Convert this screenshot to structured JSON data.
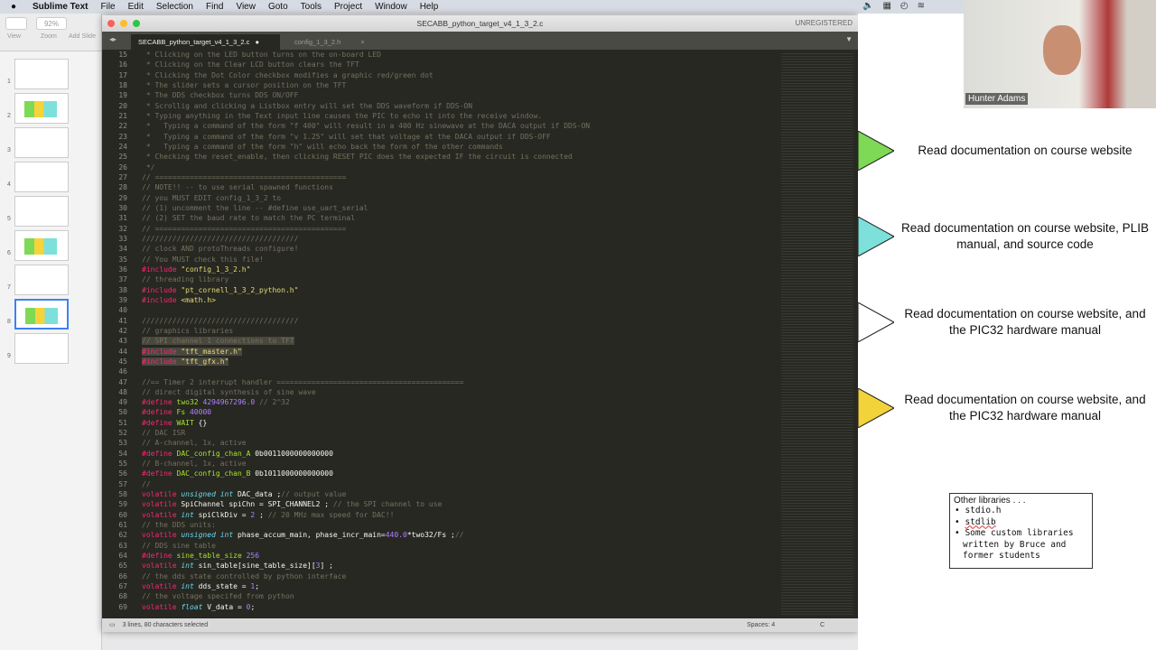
{
  "menubar": {
    "app": "Sublime Text",
    "items": [
      "File",
      "Edit",
      "Selection",
      "Find",
      "View",
      "Goto",
      "Tools",
      "Project",
      "Window",
      "Help"
    ]
  },
  "keynote": {
    "zoom": "92%",
    "view_label": "View",
    "zoom_label": "Zoom",
    "add_label": "Add Slide",
    "slides": [
      "1",
      "2",
      "3",
      "4",
      "5",
      "6",
      "7",
      "8",
      "9"
    ],
    "selected_slide": "8"
  },
  "editor": {
    "title": "SECABB_python_target_v4_1_3_2.c",
    "unregistered": "UNREGISTERED",
    "tabs": [
      {
        "label": "SECABB_python_target_v4_1_3_2.c",
        "active": true
      },
      {
        "label": "config_1_3_2.h",
        "active": false
      }
    ],
    "status_left": "3 lines, 80 characters selected",
    "status_spaces": "Spaces: 4",
    "status_syntax": "C",
    "lines": [
      {
        "n": "15",
        "t": [
          [
            "c",
            " * Clicking on the LED button turns on the on-board LED"
          ]
        ]
      },
      {
        "n": "16",
        "t": [
          [
            "c",
            " * Clicking on the Clear LCD button clears the TFT"
          ]
        ]
      },
      {
        "n": "17",
        "t": [
          [
            "c",
            " * Clicking the Dot Color checkbox modifies a graphic red/green dot"
          ]
        ]
      },
      {
        "n": "18",
        "t": [
          [
            "c",
            " * The slider sets a cursor position on the TFT"
          ]
        ]
      },
      {
        "n": "19",
        "t": [
          [
            "c",
            " * The DDS checkbox turns DDS ON/OFF"
          ]
        ]
      },
      {
        "n": "20",
        "t": [
          [
            "c",
            " * Scrollig and clicking a Listbox entry will set the DDS waveform if DDS-ON"
          ]
        ]
      },
      {
        "n": "21",
        "t": [
          [
            "c",
            " * Typing anything in the Text input line causes the PIC to echo it into the receive window."
          ]
        ]
      },
      {
        "n": "22",
        "t": [
          [
            "c",
            " *   Typing a command of the form \"f 400\" will result in a 400 Hz sinewave at the DACA output if DDS-ON"
          ]
        ]
      },
      {
        "n": "23",
        "t": [
          [
            "c",
            " *   Typing a command of the form \"v 1.25\" will set that voltage at the DACA output if DDS-OFF"
          ]
        ]
      },
      {
        "n": "24",
        "t": [
          [
            "c",
            " *   Typing a command of the form \"h\" will echo back the form of the other commands"
          ]
        ]
      },
      {
        "n": "25",
        "t": [
          [
            "c",
            " * Checking the reset_enable, then clicking RESET PIC does the expected IF the circuit is connected"
          ]
        ]
      },
      {
        "n": "26",
        "t": [
          [
            "c",
            " */"
          ]
        ]
      },
      {
        "n": "27",
        "t": [
          [
            "c",
            "// ============================================"
          ]
        ]
      },
      {
        "n": "28",
        "t": [
          [
            "c",
            "// NOTE!! -- to use serial spawned functions"
          ]
        ]
      },
      {
        "n": "29",
        "t": [
          [
            "c",
            "// you MUST EDIT config_1_3_2 to"
          ]
        ]
      },
      {
        "n": "30",
        "t": [
          [
            "c",
            "// (1) uncomment the line -- #define use_uart_serial"
          ]
        ]
      },
      {
        "n": "31",
        "t": [
          [
            "c",
            "// (2) SET the baud rate to match the PC terminal"
          ]
        ]
      },
      {
        "n": "32",
        "t": [
          [
            "c",
            "// ============================================"
          ]
        ]
      },
      {
        "n": "33",
        "t": [
          [
            "c",
            "////////////////////////////////////"
          ]
        ]
      },
      {
        "n": "34",
        "t": [
          [
            "c",
            "// clock AND protoThreads configure!"
          ]
        ]
      },
      {
        "n": "35",
        "t": [
          [
            "c",
            "// You MUST check this file!"
          ]
        ]
      },
      {
        "n": "36",
        "t": [
          [
            "k",
            "#include"
          ],
          [
            "s",
            " \"config_1_3_2.h\""
          ]
        ]
      },
      {
        "n": "37",
        "t": [
          [
            "c",
            "// threading library"
          ]
        ]
      },
      {
        "n": "38",
        "t": [
          [
            "k",
            "#include"
          ],
          [
            "s",
            " \"pt_cornell_1_3_2_python.h\""
          ]
        ]
      },
      {
        "n": "39",
        "t": [
          [
            "k",
            "#include"
          ],
          [
            "s",
            " <math.h>"
          ]
        ]
      },
      {
        "n": "40",
        "t": []
      },
      {
        "n": "41",
        "t": [
          [
            "c",
            "////////////////////////////////////"
          ]
        ]
      },
      {
        "n": "42",
        "t": [
          [
            "c",
            "// graphics libraries"
          ]
        ]
      },
      {
        "n": "43",
        "sel": true,
        "t": [
          [
            "c",
            "// SPI channel 1 connections to TFT"
          ]
        ]
      },
      {
        "n": "44",
        "sel": true,
        "t": [
          [
            "k",
            "#include"
          ],
          [
            "s",
            " \"tft_master.h\""
          ]
        ]
      },
      {
        "n": "45",
        "sel": true,
        "t": [
          [
            "k",
            "#include"
          ],
          [
            "s",
            " \"tft_gfx.h\""
          ]
        ]
      },
      {
        "n": "46",
        "t": []
      },
      {
        "n": "47",
        "t": [
          [
            "c",
            "//== Timer 2 interrupt handler ==========================================="
          ]
        ]
      },
      {
        "n": "48",
        "t": [
          [
            "c",
            "// direct digital synthesis of sine wave"
          ]
        ]
      },
      {
        "n": "49",
        "t": [
          [
            "k",
            "#define"
          ],
          [
            "f",
            " two32"
          ],
          [
            "n",
            " 4294967296.0"
          ],
          [
            "c",
            " // 2^32"
          ]
        ]
      },
      {
        "n": "50",
        "t": [
          [
            "k",
            "#define"
          ],
          [
            "f",
            " Fs"
          ],
          [
            "n",
            " 40000"
          ]
        ]
      },
      {
        "n": "51",
        "t": [
          [
            "k",
            "#define"
          ],
          [
            "f",
            " WAIT"
          ],
          [
            "p",
            " {}"
          ]
        ]
      },
      {
        "n": "52",
        "t": [
          [
            "c",
            "// DAC ISR"
          ]
        ]
      },
      {
        "n": "53",
        "t": [
          [
            "c",
            "// A-channel, 1x, active"
          ]
        ]
      },
      {
        "n": "54",
        "t": [
          [
            "k",
            "#define"
          ],
          [
            "f",
            " DAC_config_chan_A"
          ],
          [
            "p",
            " 0b0011000000000000"
          ]
        ]
      },
      {
        "n": "55",
        "t": [
          [
            "c",
            "// B-channel, 1x, active"
          ]
        ]
      },
      {
        "n": "56",
        "t": [
          [
            "k",
            "#define"
          ],
          [
            "f",
            " DAC_config_chan_B"
          ],
          [
            "p",
            " 0b1011000000000000"
          ]
        ]
      },
      {
        "n": "57",
        "t": [
          [
            "c",
            "//"
          ]
        ]
      },
      {
        "n": "58",
        "t": [
          [
            "k",
            "volatile"
          ],
          [
            "t",
            " unsigned int"
          ],
          [
            "p",
            " DAC_data ;"
          ],
          [
            "c",
            "// output value"
          ]
        ]
      },
      {
        "n": "59",
        "t": [
          [
            "k",
            "volatile"
          ],
          [
            "p",
            " SpiChannel spiChn = SPI_CHANNEL2 ; "
          ],
          [
            "c",
            "// the SPI channel to use"
          ]
        ]
      },
      {
        "n": "60",
        "t": [
          [
            "k",
            "volatile"
          ],
          [
            "t",
            " int"
          ],
          [
            "p",
            " spiClkDiv = "
          ],
          [
            "n",
            "2"
          ],
          [
            "p",
            " ; "
          ],
          [
            "c",
            "// 20 MHz max speed for DAC!!"
          ]
        ]
      },
      {
        "n": "61",
        "t": [
          [
            "c",
            "// the DDS units:"
          ]
        ]
      },
      {
        "n": "62",
        "t": [
          [
            "k",
            "volatile"
          ],
          [
            "t",
            " unsigned int"
          ],
          [
            "p",
            " phase_accum_main, phase_incr_main="
          ],
          [
            "n",
            "440.0"
          ],
          [
            "p",
            "*two32/Fs ;"
          ],
          [
            "c",
            "//"
          ]
        ]
      },
      {
        "n": "63",
        "t": [
          [
            "c",
            "// DDS sine table"
          ]
        ]
      },
      {
        "n": "64",
        "t": [
          [
            "k",
            "#define"
          ],
          [
            "f",
            " sine_table_size"
          ],
          [
            "n",
            " 256"
          ]
        ]
      },
      {
        "n": "65",
        "t": [
          [
            "k",
            "volatile"
          ],
          [
            "t",
            " int"
          ],
          [
            "p",
            " sin_table[sine_table_size]["
          ],
          [
            "n",
            "3"
          ],
          [
            "p",
            "] ;"
          ]
        ]
      },
      {
        "n": "66",
        "t": [
          [
            "c",
            "// the dds state controlled by python interface"
          ]
        ]
      },
      {
        "n": "67",
        "t": [
          [
            "k",
            "volatile"
          ],
          [
            "t",
            " int"
          ],
          [
            "p",
            " dds_state = "
          ],
          [
            "n",
            "1"
          ],
          [
            "p",
            ";"
          ]
        ]
      },
      {
        "n": "68",
        "t": [
          [
            "c",
            "// the voltage specifed from python"
          ]
        ]
      },
      {
        "n": "69",
        "t": [
          [
            "k",
            "volatile"
          ],
          [
            "t",
            " float"
          ],
          [
            "p",
            " V_data = "
          ],
          [
            "n",
            "0"
          ],
          [
            "p",
            ";"
          ]
        ]
      }
    ]
  },
  "slide": {
    "notes": [
      {
        "text": "Read documentation on course website",
        "color": "#7ed957"
      },
      {
        "text": "Read documentation on course website, PLIB manual, and source code",
        "color": "#7ee0da"
      },
      {
        "text": "Read documentation on course website, and the PIC32 hardware manual",
        "color": "#ffffff"
      },
      {
        "text": "Read documentation on course website, and the PIC32 hardware manual",
        "color": "#f2d33a"
      }
    ],
    "libbox": {
      "title": "Other libraries . . .",
      "items": [
        "stdio.h",
        "stdlib",
        "Some custom libraries written by Bruce and former students"
      ]
    }
  },
  "webcam": {
    "name": "Hunter Adams"
  }
}
